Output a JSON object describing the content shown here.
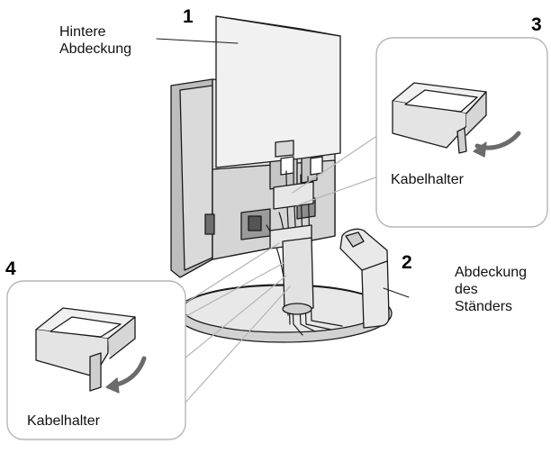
{
  "steps": {
    "s1": "1",
    "s2": "2",
    "s3": "3",
    "s4": "4"
  },
  "labels": {
    "rear_cover_line1": "Hintere",
    "rear_cover_line2": "Abdeckung",
    "cable_holder_top": "Kabelhalter",
    "cable_holder_bottom": "Kabelhalter",
    "stand_cover_line1": "Abdeckung",
    "stand_cover_line2": "des",
    "stand_cover_line3": "Ständers"
  },
  "colors": {
    "line": "#1a1a1a",
    "panel_light": "#e6e6e6",
    "panel_mid": "#cfcfcf",
    "panel_dark": "#9a9a9a",
    "callout_border": "#b5b5b5"
  }
}
